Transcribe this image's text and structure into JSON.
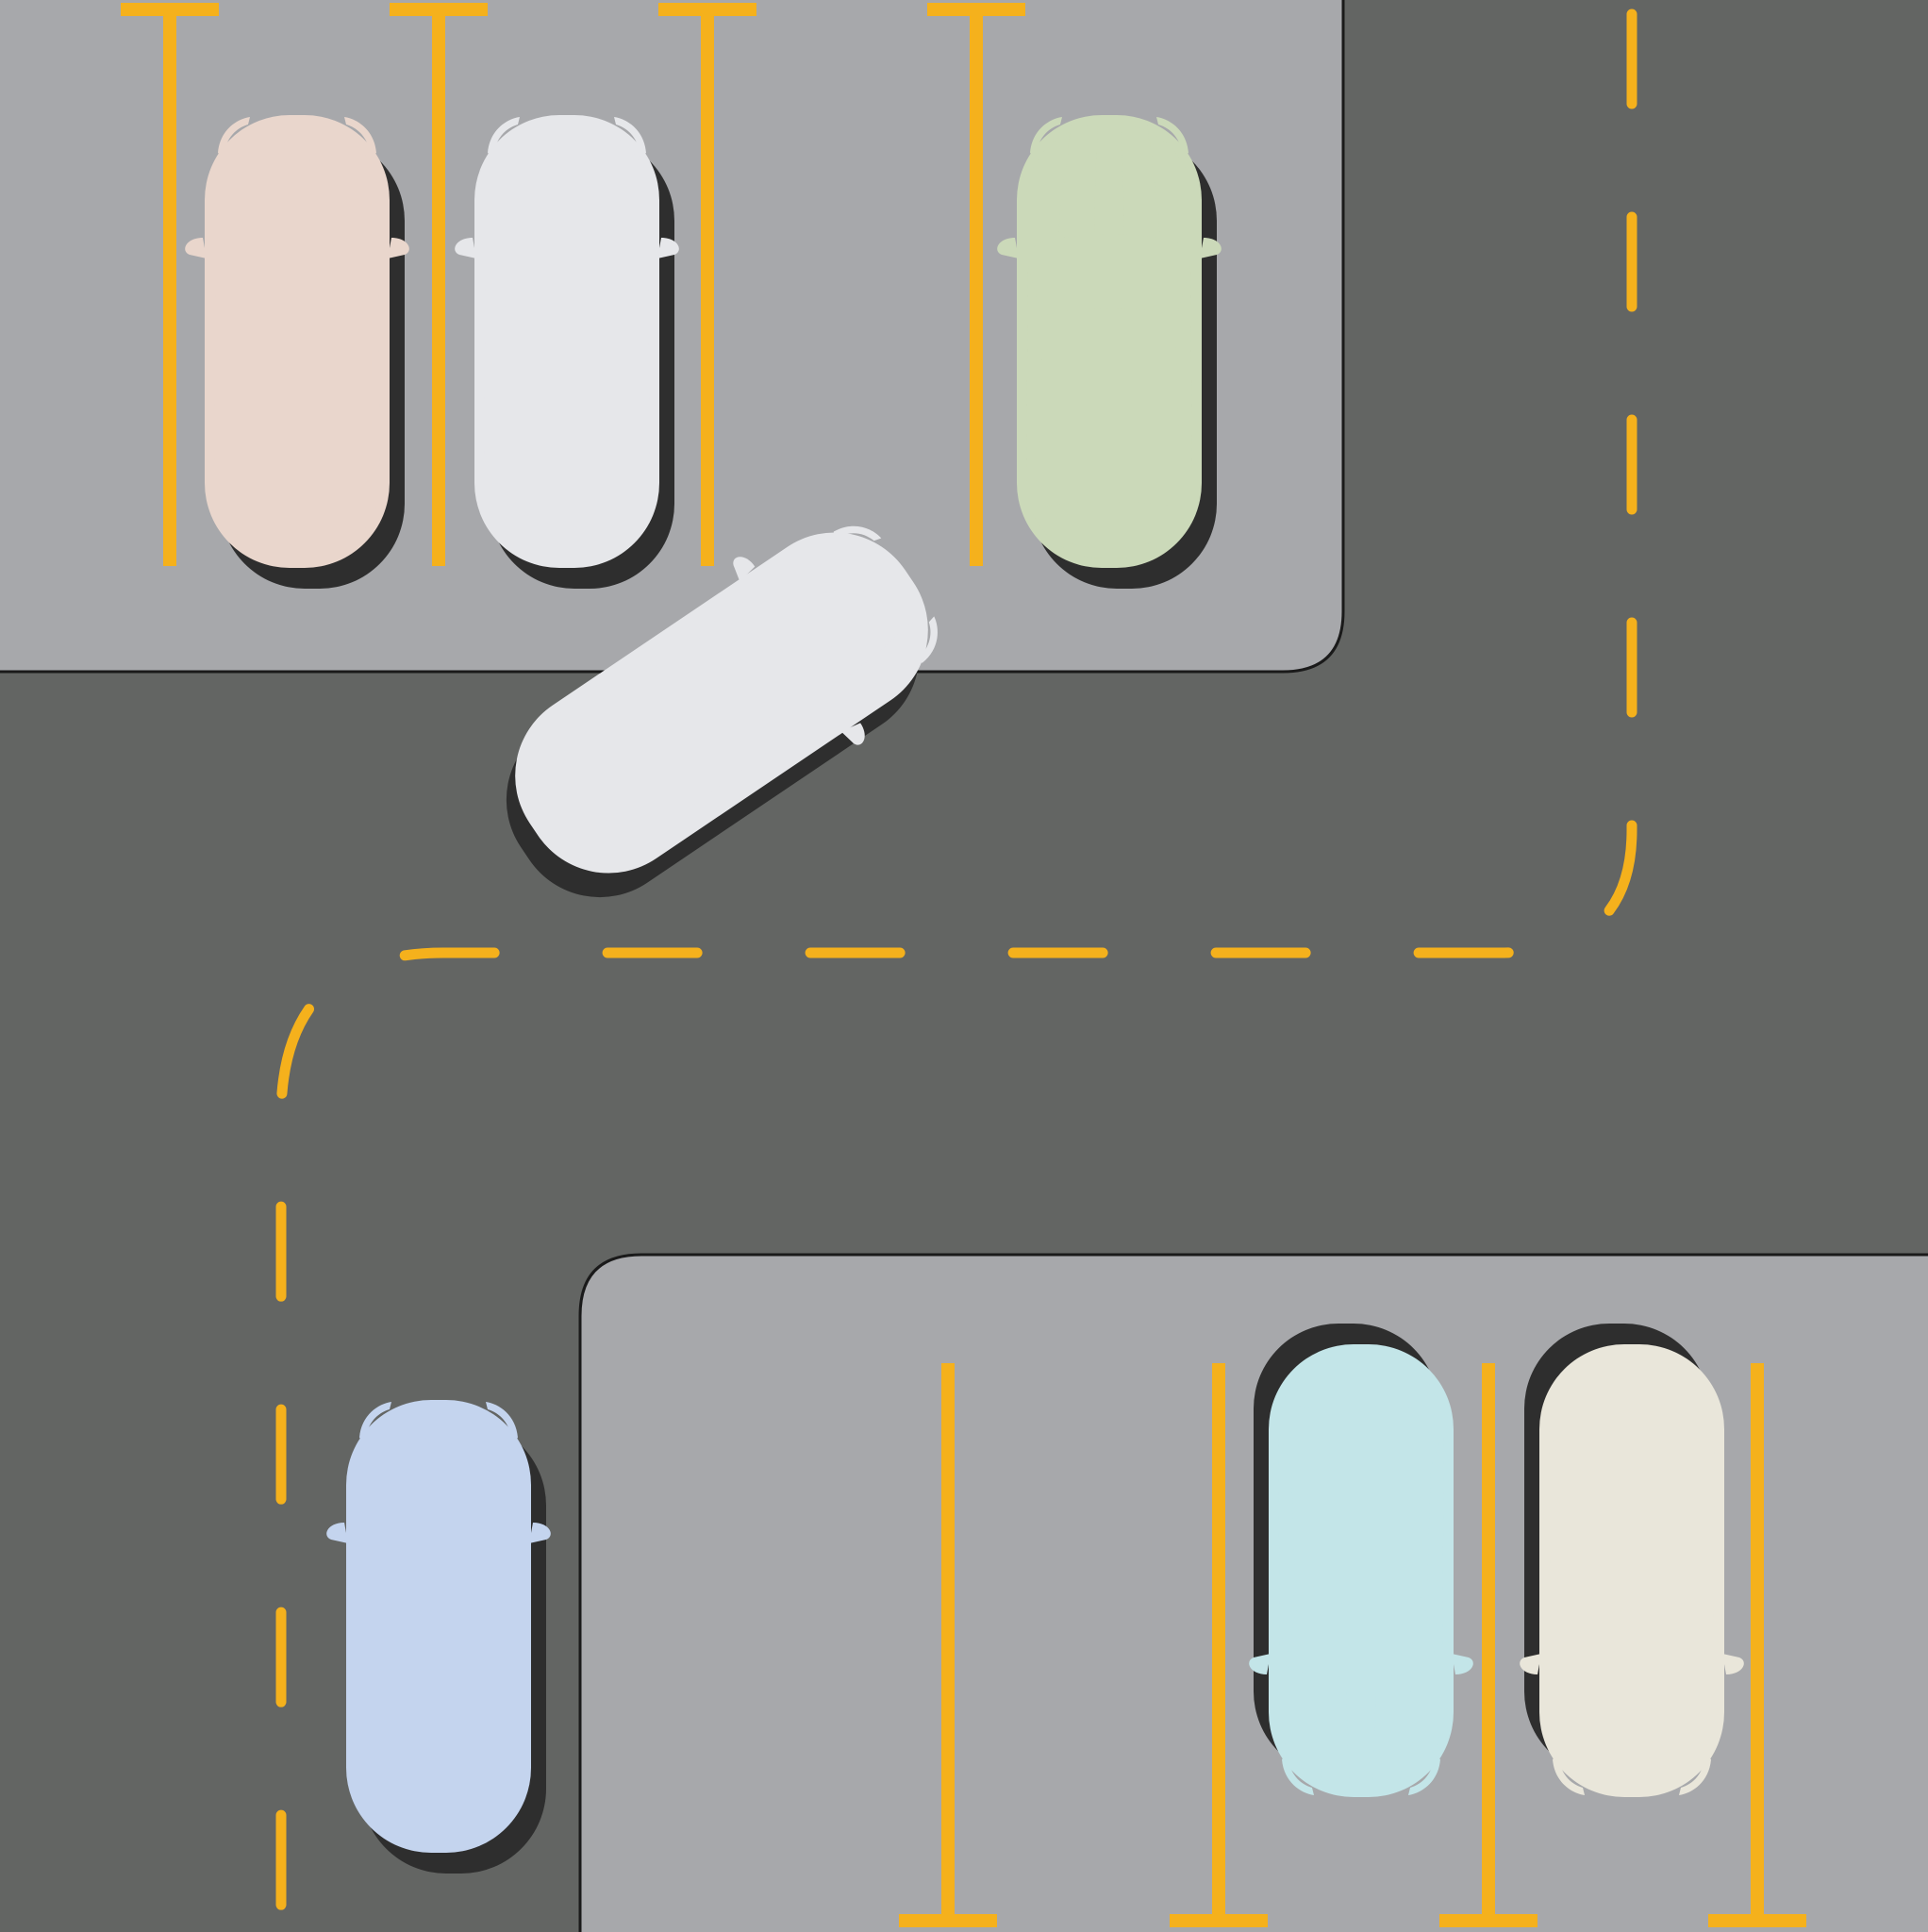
{
  "scene": {
    "colors": {
      "road": "#636563",
      "lot": "#a7a8ab",
      "curb": "#1a1a1a",
      "lane_line": "#f5b11c",
      "car_outline": "#1f2f66",
      "car_shadow": "#2e2e2e",
      "glass": "#8a8a8a",
      "headlight": "#f3c56e"
    },
    "cars": [
      {
        "name": "car-top-peach",
        "body_color": "#e9d6cc",
        "facing": "up",
        "state": "parked"
      },
      {
        "name": "car-top-white",
        "body_color": "#e6e7ea",
        "facing": "up",
        "state": "parked"
      },
      {
        "name": "car-top-green",
        "body_color": "#cbd9b9",
        "facing": "up",
        "state": "parked"
      },
      {
        "name": "car-turning-white",
        "body_color": "#e6e7ea",
        "facing": "up-right",
        "state": "moving"
      },
      {
        "name": "car-road-blue",
        "body_color": "#c4d4ee",
        "facing": "up",
        "state": "driving"
      },
      {
        "name": "car-bottom-cyan",
        "body_color": "#c3e5e8",
        "facing": "down",
        "state": "parked"
      },
      {
        "name": "car-bottom-cream",
        "body_color": "#e9e6da",
        "facing": "down",
        "state": "parked"
      }
    ]
  }
}
